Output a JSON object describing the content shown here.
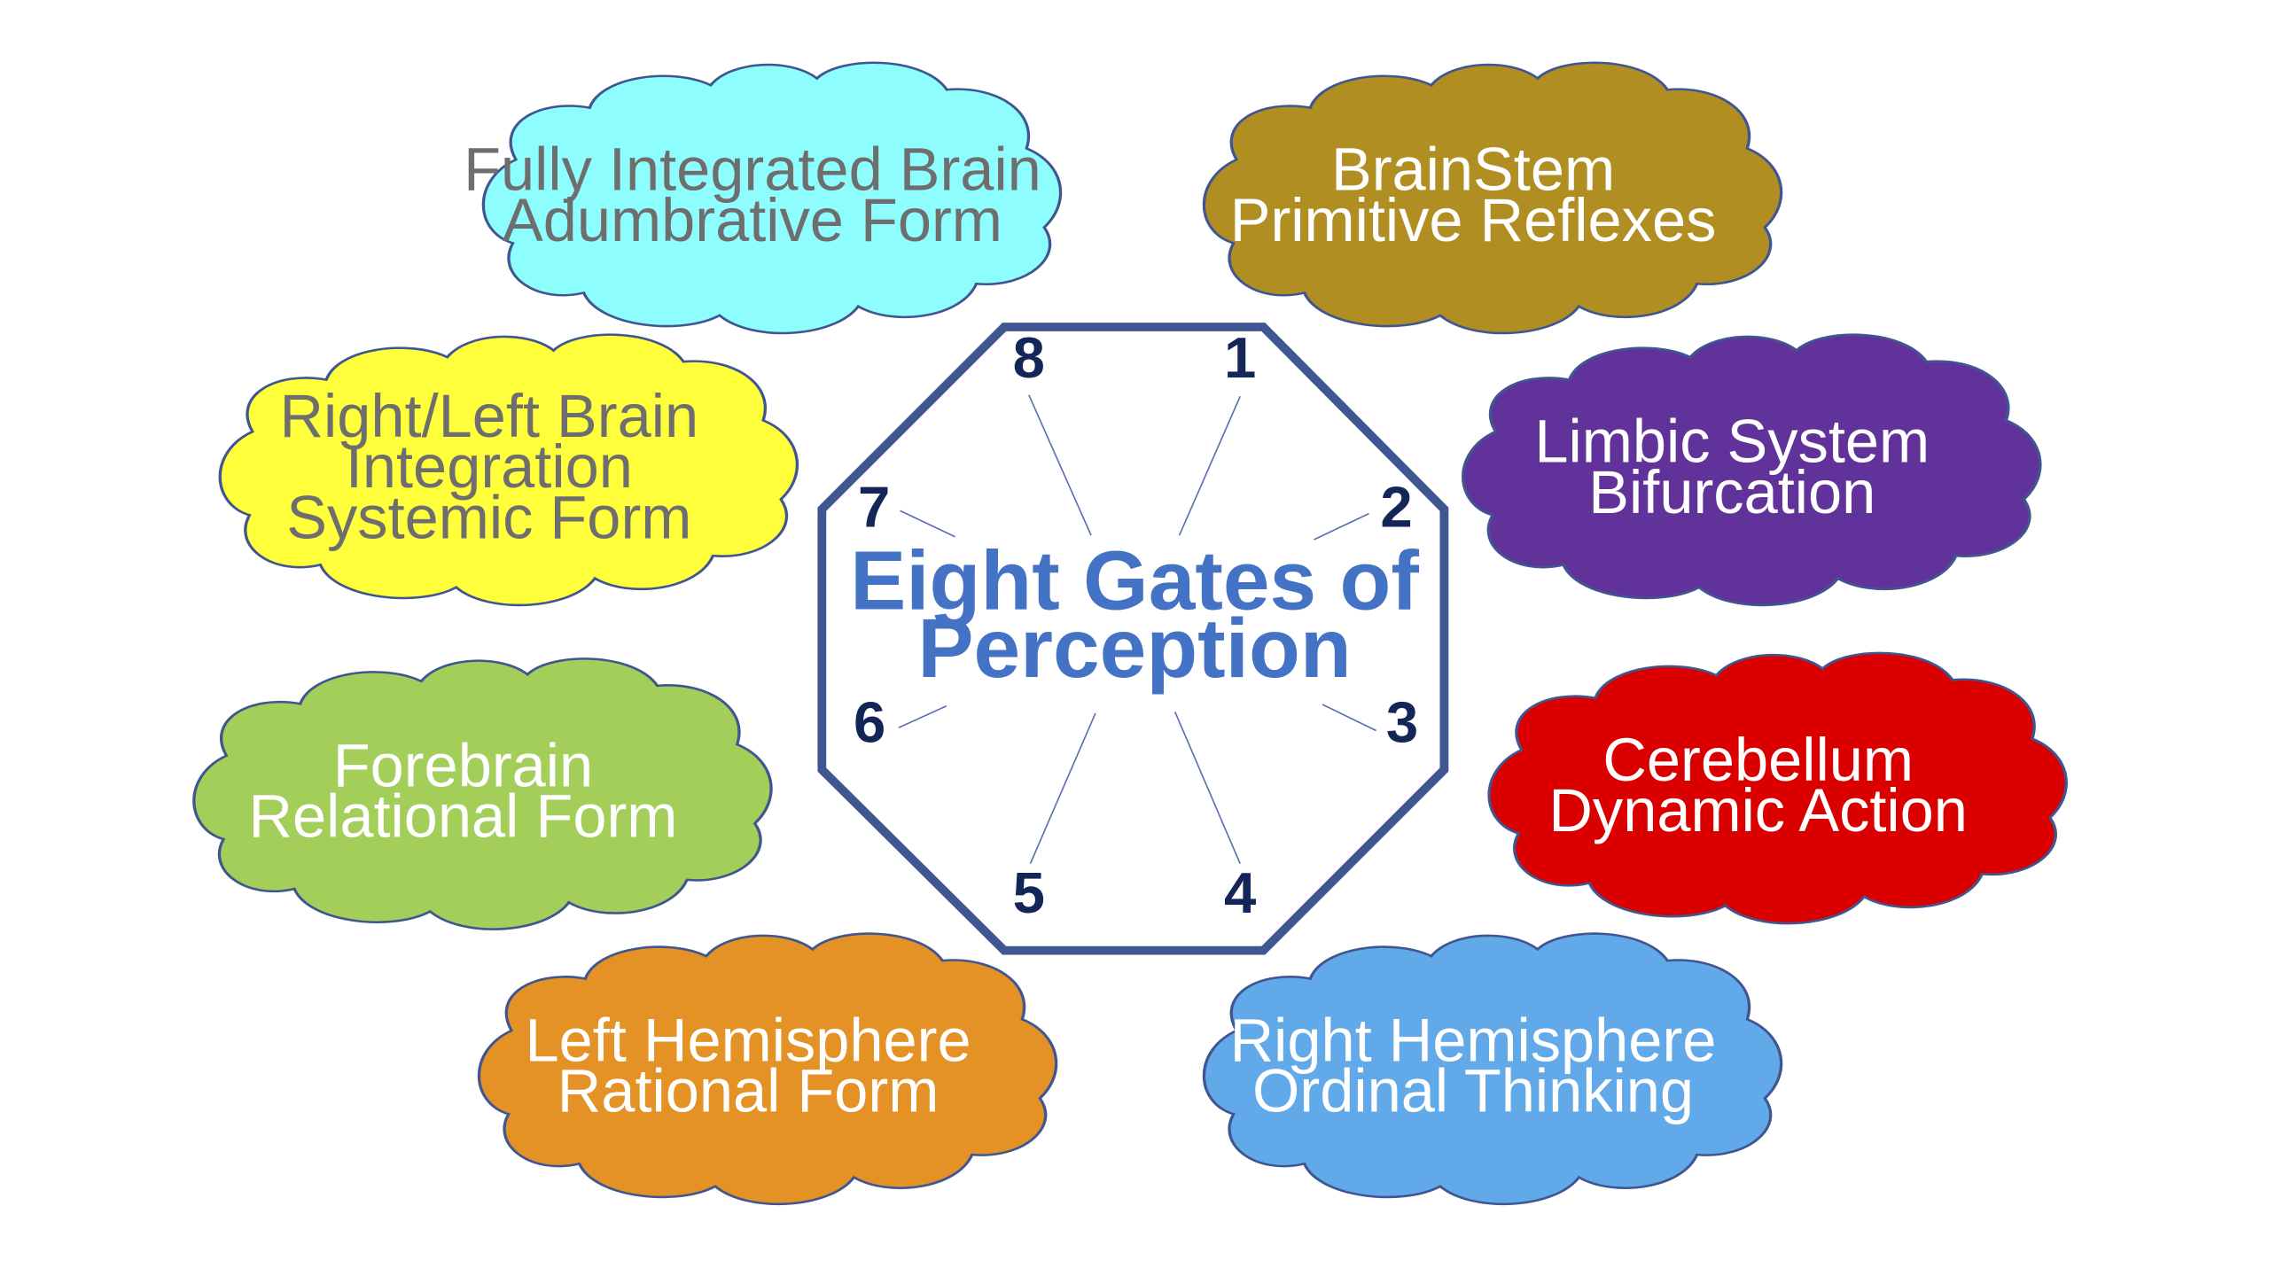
{
  "diagram": {
    "title_lines": [
      "Eight Gates of",
      "Perception"
    ],
    "title_color": "#4472C4",
    "octagon_stroke": "#3F5690",
    "spoke_color": "#5A6FB0",
    "gate_number_color": "#142558",
    "cloud_stroke": "#3F5690",
    "gates": [
      "1",
      "2",
      "3",
      "4",
      "5",
      "6",
      "7",
      "8"
    ],
    "clouds": [
      {
        "id": "fully-integrated-brain",
        "lines": [
          "Fully Integrated Brain",
          "Adumbrative Form"
        ],
        "fill": "#8EFDFD",
        "text_color": "#6E6E6E"
      },
      {
        "id": "brainstem",
        "lines": [
          "BrainStem",
          "Primitive Reflexes"
        ],
        "fill": "#B18E22",
        "text_color": "#FFFFFF"
      },
      {
        "id": "right-left-brain-integration",
        "lines": [
          "Right/Left Brain",
          "Integration",
          "Systemic Form"
        ],
        "fill": "#FFFF3C",
        "text_color": "#6E6E6E"
      },
      {
        "id": "limbic-system",
        "lines": [
          "Limbic System",
          "Bifurcation"
        ],
        "fill": "#61339A",
        "text_color": "#FFFFFF"
      },
      {
        "id": "forebrain",
        "lines": [
          "Forebrain",
          "Relational Form"
        ],
        "fill": "#A4CE5A",
        "text_color": "#FFFFFF"
      },
      {
        "id": "cerebellum",
        "lines": [
          "Cerebellum",
          "Dynamic Action"
        ],
        "fill": "#DA0000",
        "text_color": "#FFFFFF"
      },
      {
        "id": "left-hemisphere",
        "lines": [
          "Left Hemisphere",
          "Rational Form"
        ],
        "fill": "#E49126",
        "text_color": "#FFFFFF"
      },
      {
        "id": "right-hemisphere",
        "lines": [
          "Right Hemisphere",
          "Ordinal Thinking"
        ],
        "fill": "#62A9EA",
        "text_color": "#FFFFFF"
      }
    ]
  }
}
